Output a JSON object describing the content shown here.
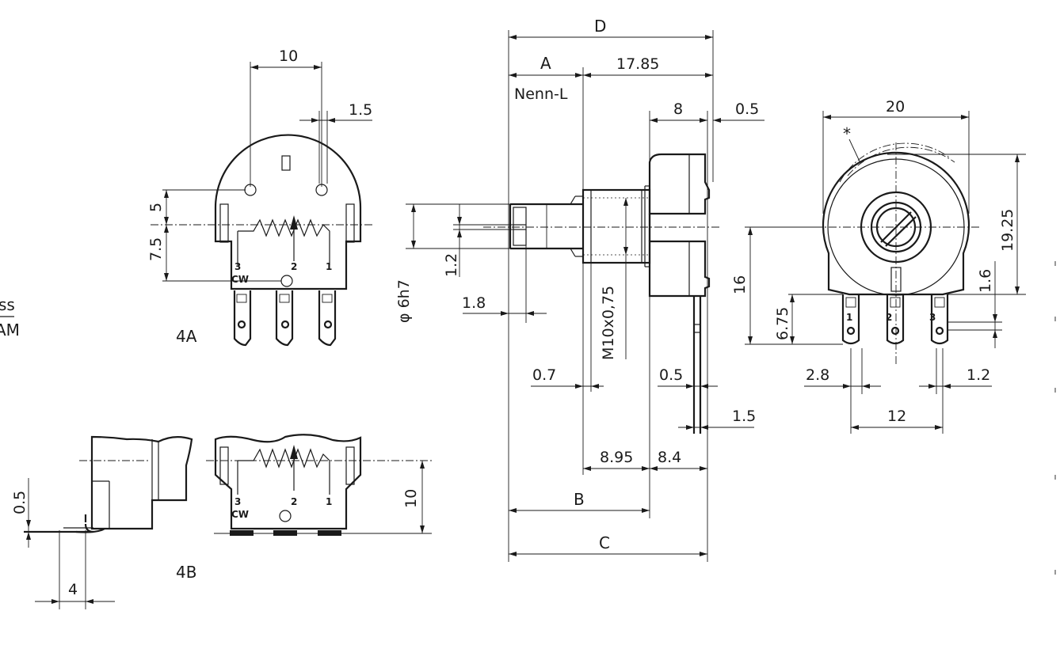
{
  "views": {
    "4A": "4A",
    "4B": "4B"
  },
  "dims": {
    "pin_spacing_top": "10",
    "pin_width_top": "1.5",
    "offset_5": "5",
    "offset_7_5": "7.5",
    "shaft_dia": "φ 6h7",
    "slot_1_2": "1.2",
    "slot_1_8": "1.8",
    "D": "D",
    "A": "A",
    "len_17_85": "17.85",
    "nenn_l": "Nenn-L",
    "len_8": "8",
    "len_0_5_top": "0.5",
    "thread": "M10x0,75",
    "len_0_7": "0.7",
    "len_0_5_mid": "0.5",
    "len_1_5": "1.5",
    "len_8_95": "8.95",
    "len_8_4": "8.4",
    "B": "B",
    "C": "C",
    "width_20": "20",
    "star": "*",
    "height_19_25": "19.25",
    "height_16": "16",
    "height_1_6": "1.6",
    "height_6_75": "6.75",
    "pin_2_8": "2.8",
    "pin_1_2": "1.2",
    "pin_12": "12",
    "side_0_5": "0.5",
    "side_10": "10",
    "side_4": "4"
  },
  "pins": {
    "p1": "1",
    "p2": "2",
    "p3": "3",
    "cw": "CW"
  },
  "edge_text": {
    "line1": "ss",
    "line2": "AM"
  }
}
